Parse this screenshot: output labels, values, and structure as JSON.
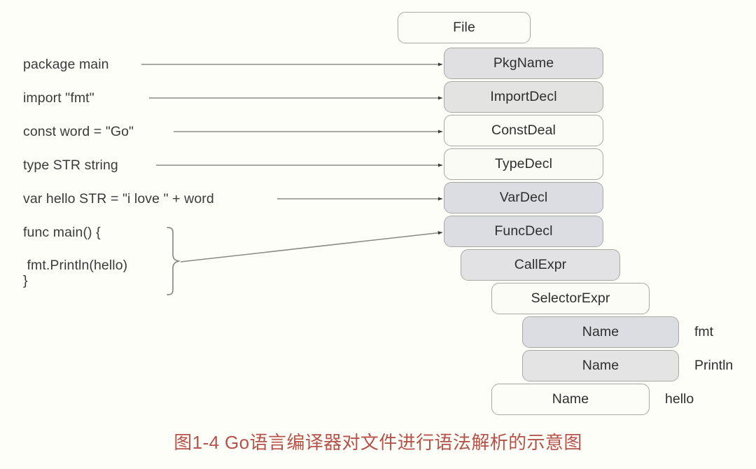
{
  "background_color": "#fefef8",
  "caption": {
    "text": "图1-4 Go语言编译器对文件进行语法解析的示意图",
    "color": "#b5534a"
  },
  "source_code": {
    "lines": [
      {
        "text": "package main"
      },
      {
        "text": "import \"fmt\""
      },
      {
        "text": "const word = \"Go\""
      },
      {
        "text": "type STR string"
      },
      {
        "text": "var hello STR = \"i love \" + word"
      },
      {
        "text": "func main() {"
      },
      {
        "text": " fmt.Println(hello)"
      },
      {
        "text": "}"
      }
    ]
  },
  "ast_nodes": [
    {
      "label": "File",
      "fill": "#fdfdf7"
    },
    {
      "label": "PkgName",
      "fill": "#e0e0e2"
    },
    {
      "label": "ImportDecl",
      "fill": "#e3e3e2"
    },
    {
      "label": "ConstDeal",
      "fill": "#fcfcf6"
    },
    {
      "label": "TypeDecl",
      "fill": "#fbfbf5"
    },
    {
      "label": "VarDecl",
      "fill": "#dcdde3"
    },
    {
      "label": "FuncDecl",
      "fill": "#dcdde3"
    },
    {
      "label": "CallExpr",
      "fill": "#e2e2e4"
    },
    {
      "label": "SelectorExpr",
      "fill": "#fcfcf6"
    },
    {
      "label": "Name",
      "fill": "#dcdde3"
    },
    {
      "label": "Name",
      "fill": "#e4e4e4"
    },
    {
      "label": "Name",
      "fill": "#fdfdf7"
    }
  ],
  "value_labels": [
    {
      "text": "fmt"
    },
    {
      "text": "Println"
    },
    {
      "text": "hello"
    }
  ],
  "connector_color": "#8a8a85",
  "brace_color": "#8a8a85"
}
